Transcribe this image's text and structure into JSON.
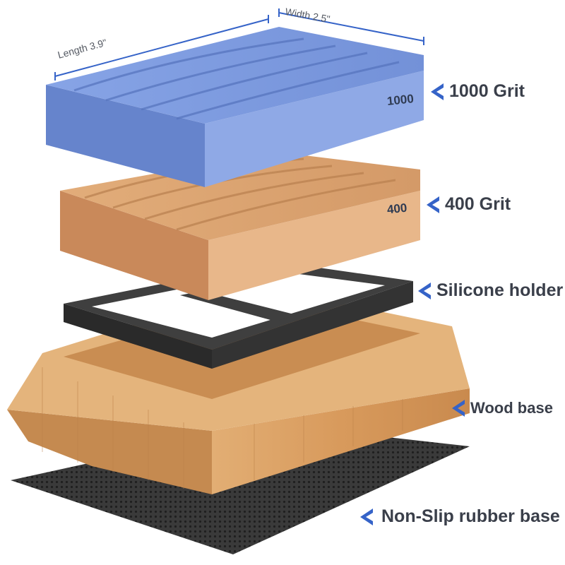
{
  "dimensions": {
    "length": "Length 3.9\"",
    "width": "Width 2.5\""
  },
  "stones": {
    "top": {
      "number": "1000",
      "label": "1000 Grit",
      "color": "#6f8fd8"
    },
    "bottom": {
      "number": "400",
      "label": "400 Grit",
      "color": "#d49a68"
    }
  },
  "parts": {
    "holder": {
      "label": "Silicone holder",
      "color": "#3d3d3d"
    },
    "base": {
      "label": "Wood base",
      "color": "#d9a066"
    },
    "mat": {
      "label": "Non-Slip rubber base",
      "color": "#2f2f2f"
    }
  },
  "accent_color": "#3563c8"
}
